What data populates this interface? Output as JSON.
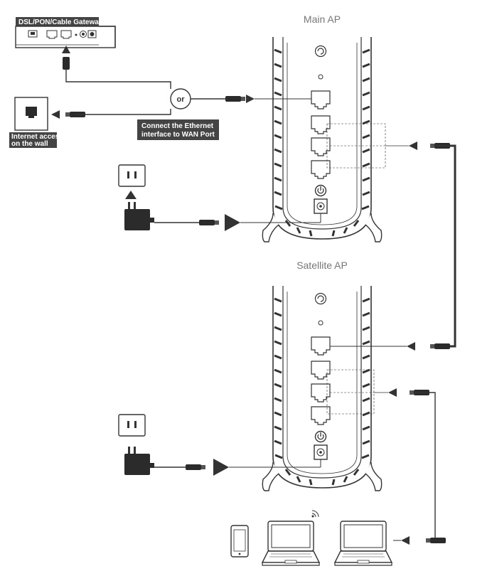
{
  "labels": {
    "gateway": "DSL/PON/Cable Gateway",
    "wall_line1": "Internet access",
    "wall_line2": "on the wall",
    "or": "or",
    "connect_line1": "Connect the Ethernet",
    "connect_line2": "interface to WAN Port",
    "main_ap": "Main AP",
    "satellite_ap": "Satellite AP"
  },
  "icons": [
    "ethernet-wall-jack-icon",
    "power-outlet-icon",
    "power-adapter-icon",
    "power-button-icon",
    "wps-button-icon",
    "smartphone-icon",
    "laptop-icon",
    "wifi-icon"
  ],
  "colors": {
    "label_bg": "#444444",
    "line": "#333333",
    "title": "#777777"
  }
}
